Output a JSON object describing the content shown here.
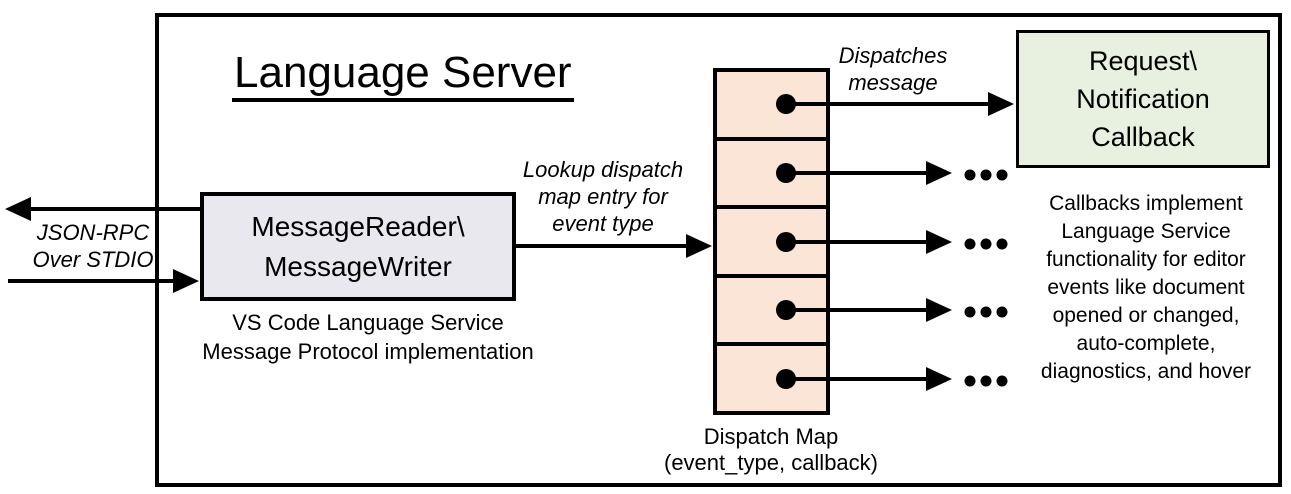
{
  "title": "Language Server",
  "reader_box": {
    "line1": "MessageReader\\",
    "line2": "MessageWriter",
    "caption": [
      "VS Code Language Service",
      "Message Protocol implementation"
    ],
    "fill": "#E9E8EF"
  },
  "callback_box": {
    "line1": "Request\\",
    "line2": "Notification",
    "line3": "Callback",
    "fill": "#E8F0DF"
  },
  "dispatch_map": {
    "cell_count": 5,
    "fill": "#FBE5D6",
    "caption": [
      "Dispatch Map",
      "(event_type, callback)"
    ]
  },
  "flow_labels": {
    "json_rpc": [
      "JSON-RPC",
      "Over STDIO"
    ],
    "lookup": [
      "Lookup dispatch",
      "map entry for",
      "event type"
    ],
    "dispatches": [
      "Dispatches",
      "message"
    ]
  },
  "callbacks_note": [
    "Callbacks implement",
    "Language Service",
    "functionality for editor",
    "events like document",
    "opened or changed,",
    "auto-complete,",
    "diagnostics, and hover"
  ],
  "icons": {
    "arrow": "black solid arrow with triangular head",
    "map_entry_dot": "filled black circle",
    "ellipsis": "..."
  },
  "colors": {
    "line": "#000000",
    "background": "#FFFFFF",
    "reader_fill": "#E9E8EF",
    "callback_fill": "#E8F0DF",
    "map_fill": "#FBE5D6"
  }
}
